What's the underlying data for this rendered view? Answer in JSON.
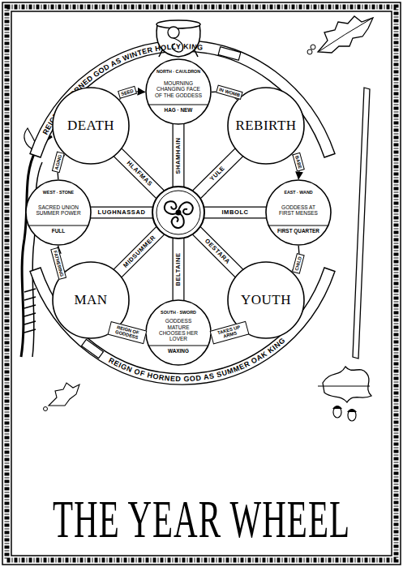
{
  "diagram": {
    "title": "THE YEAR WHEEL",
    "nodes": [
      {
        "text": [
          "NORTH · CAULDRON",
          "MOURNING CHANGING FACE OF THE GODDESS",
          "HAG · NEW"
        ]
      },
      {
        "text": [
          "DEATH"
        ]
      },
      {
        "text": [
          "REBIRTH"
        ]
      },
      {
        "text": [
          "WEST · STONE",
          "SACRED UNION SUMMER POWER",
          "FULL"
        ]
      },
      {
        "text": [
          "EAST · WAND",
          "GODDESS AT FIRST MENSES",
          "FIRST QUARTER"
        ]
      },
      {
        "text": [
          "MAN"
        ]
      },
      {
        "text": [
          "YOUTH"
        ]
      },
      {
        "text": [
          "SOUTH · SWORD",
          "GODDESS MATURE CHOOSES HER LOVER",
          "WAXING"
        ]
      }
    ],
    "edges": [
      {
        "from": 1,
        "to": 0,
        "label": "SEED",
        "arrow": "to"
      },
      {
        "from": 0,
        "to": 2,
        "label": "IN WOMB",
        "arrow": "to"
      },
      {
        "from": 2,
        "to": 4,
        "label": "BABE",
        "arrow": "to"
      },
      {
        "from": 4,
        "to": 6,
        "label": "CHILD",
        "arrow": "to"
      },
      {
        "from": 6,
        "to": 7,
        "label": "TAKES UP ARMS",
        "arrow": "to"
      },
      {
        "from": 7,
        "to": 5,
        "label": "REIGN OF GODDESS",
        "arrow": "to"
      },
      {
        "from": 5,
        "to": 3,
        "label": "FATHERING",
        "arrow": "to"
      },
      {
        "from": 3,
        "to": 1,
        "label": "AGING",
        "arrow": "to"
      }
    ],
    "labels": [
      "REIGN OF HORNED GOD AS WINTER HOLLY KING",
      "SHAMHAIN",
      "HLAFMAS",
      "YULE",
      "LUGHNASSAD",
      "IMBOLC",
      "MIDSUMMER",
      "OESTARA",
      "BELTAINE",
      "REIGN OF HORNED GOD AS SUMMER OAK KING"
    ]
  }
}
